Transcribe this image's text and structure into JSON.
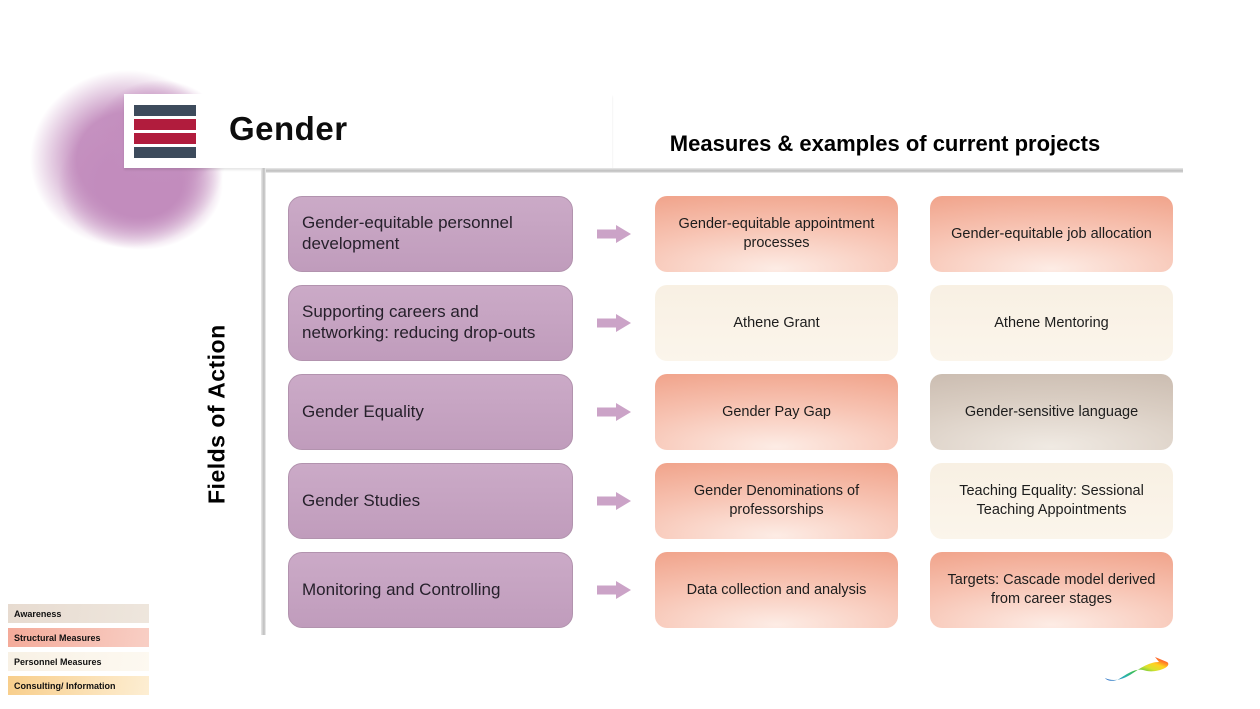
{
  "slide": {
    "title": "Gender",
    "subtitle": "Measures & examples of current projects",
    "axis_label": "Fields of Action"
  },
  "rows": [
    {
      "field": "Gender-equitable personnel development",
      "measures": [
        {
          "label": "Gender-equitable appointment processes",
          "style": "salmon"
        },
        {
          "label": "Gender-equitable job allocation",
          "style": "salmon"
        }
      ]
    },
    {
      "field": "Supporting careers and networking: reducing drop-outs",
      "measures": [
        {
          "label": "Athene Grant",
          "style": "cream"
        },
        {
          "label": "Athene Mentoring",
          "style": "cream"
        }
      ]
    },
    {
      "field": "Gender Equality",
      "measures": [
        {
          "label": "Gender Pay Gap",
          "style": "salmon"
        },
        {
          "label": "Gender-sensitive language",
          "style": "taupe"
        }
      ]
    },
    {
      "field": "Gender Studies",
      "measures": [
        {
          "label": "Gender Denominations of professorships",
          "style": "salmon"
        },
        {
          "label": "Teaching Equality: Sessional Teaching Appointments",
          "style": "cream"
        }
      ]
    },
    {
      "field": "Monitoring and Controlling",
      "measures": [
        {
          "label": "Data collection and analysis",
          "style": "salmon"
        },
        {
          "label": "Targets: Cascade model derived from career stages",
          "style": "salmon"
        }
      ]
    }
  ],
  "legend": [
    {
      "label": "Awareness",
      "style": "awareness"
    },
    {
      "label": "Structural Measures",
      "style": "structural"
    },
    {
      "label": "Personnel Measures",
      "style": "personnel"
    },
    {
      "label": "Consulting/ Information",
      "style": "consulting"
    }
  ],
  "icons": {
    "arrow": "right-block-arrow",
    "logo": "four-stripe-logo",
    "swoosh": "rainbow-swoosh"
  },
  "colors": {
    "field_box": "#c6a3c2",
    "arrow": "#cba3c7",
    "structural_salmon": "#f0a085",
    "personnel_cream": "#faf3e8",
    "awareness_taupe": "#cdbfb3",
    "consulting_peach": "#f8ce8b",
    "logo_slate": "#3d4b5c",
    "logo_crimson": "#b11c3d",
    "blob_purple": "#c591c0",
    "divider_gray": "#bdbdbd"
  }
}
